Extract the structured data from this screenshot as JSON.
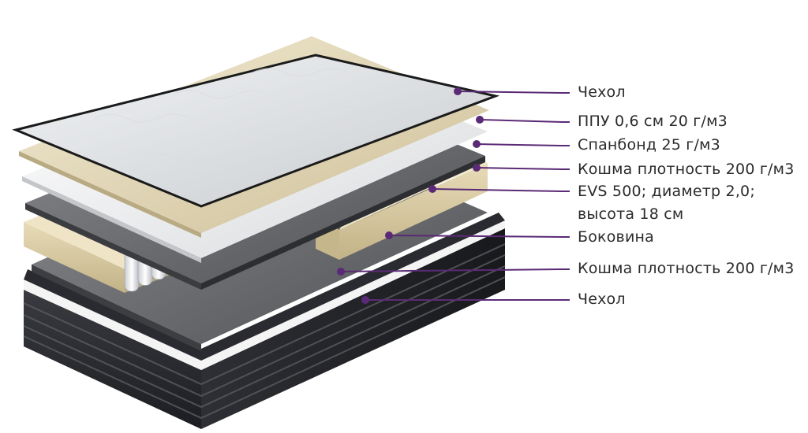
{
  "labels": [
    {
      "text": "Чехол"
    },
    {
      "text": "ППУ 0,6 см 20 г/м3"
    },
    {
      "text": "Спанбонд 25 г/м3"
    },
    {
      "text": "Кошма плотность 200 г/м3"
    },
    {
      "text": "EVS 500; диаметр 2,0;"
    },
    {
      "text": "высота 18 см"
    },
    {
      "text": "Боковина"
    },
    {
      "text": "Кошма плотность 200 г/м3"
    },
    {
      "text": "Чехол"
    }
  ],
  "colors": {
    "callout": "#5b2a76",
    "text": "#2b2b2b"
  }
}
